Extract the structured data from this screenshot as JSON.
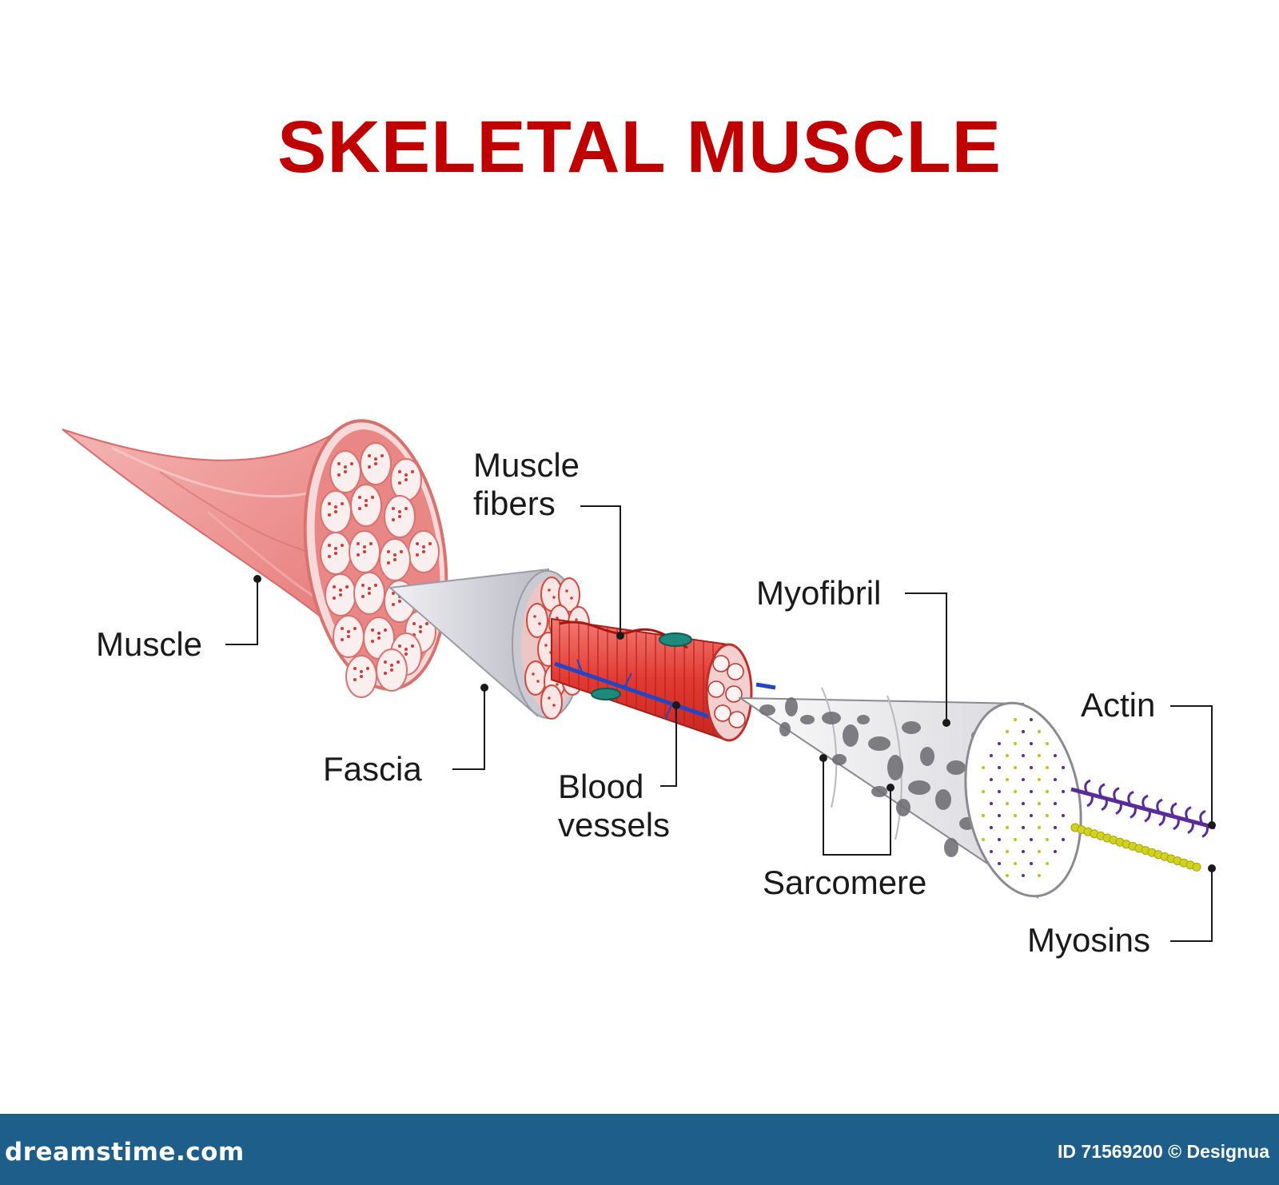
{
  "title": "SKELETAL MUSCLE",
  "colors": {
    "title": "#c00000",
    "muscle_pink": "#ec9a9a",
    "fiber_red": "#e5352f",
    "fascia_gray": "#d4d5dc",
    "organelle_gray": "#6c6c72",
    "nucleus_teal": "#1e8a7c",
    "vessel_blue": "#2346c6",
    "actin_purple": "#5b2b9b",
    "myosin_yellow": "#d2d21e",
    "footer_bg": "#1d5f8a"
  },
  "labels": {
    "muscle": "Muscle",
    "fascia": "Fascia",
    "muscle_fibers_line1": "Muscle",
    "muscle_fibers_line2": "fibers",
    "blood_vessels_line1": "Blood",
    "blood_vessels_line2": "vessels",
    "myofibril": "Myofibril",
    "sarcomere": "Sarcomere",
    "actin": "Actin",
    "myosins": "Myosins"
  },
  "icons": {
    "footer_logo": "spiral-watermark-icon"
  },
  "footer": {
    "brand": "dreamstime.com",
    "credit": "ID 71569200 © Designua"
  }
}
